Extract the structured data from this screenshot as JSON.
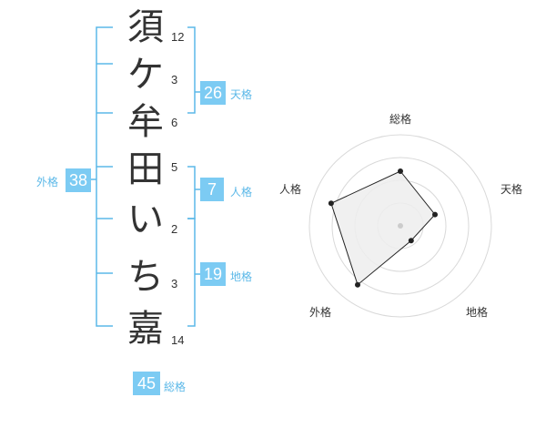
{
  "accent": "#5bb8e8",
  "badge_color": "#7ccbf3",
  "name_chars": [
    "須",
    "ケ",
    "牟",
    "田",
    "い",
    "ち",
    "嘉"
  ],
  "strokes": [
    "12",
    "3",
    "6",
    "5",
    "2",
    "3",
    "14"
  ],
  "kaku": {
    "tenkaku": {
      "value": "26",
      "label": "天格"
    },
    "jinkaku": {
      "value": "7",
      "label": "人格"
    },
    "chikaku": {
      "value": "19",
      "label": "地格"
    },
    "gaikaku": {
      "value": "38",
      "label": "外格"
    },
    "soukaku": {
      "value": "45",
      "label": "総格"
    }
  },
  "radar": {
    "labels": [
      "総格",
      "天格",
      "地格",
      "外格",
      "人格"
    ],
    "values": [
      0.6,
      0.4,
      0.2,
      0.8,
      0.8
    ],
    "ring_count": 4
  }
}
